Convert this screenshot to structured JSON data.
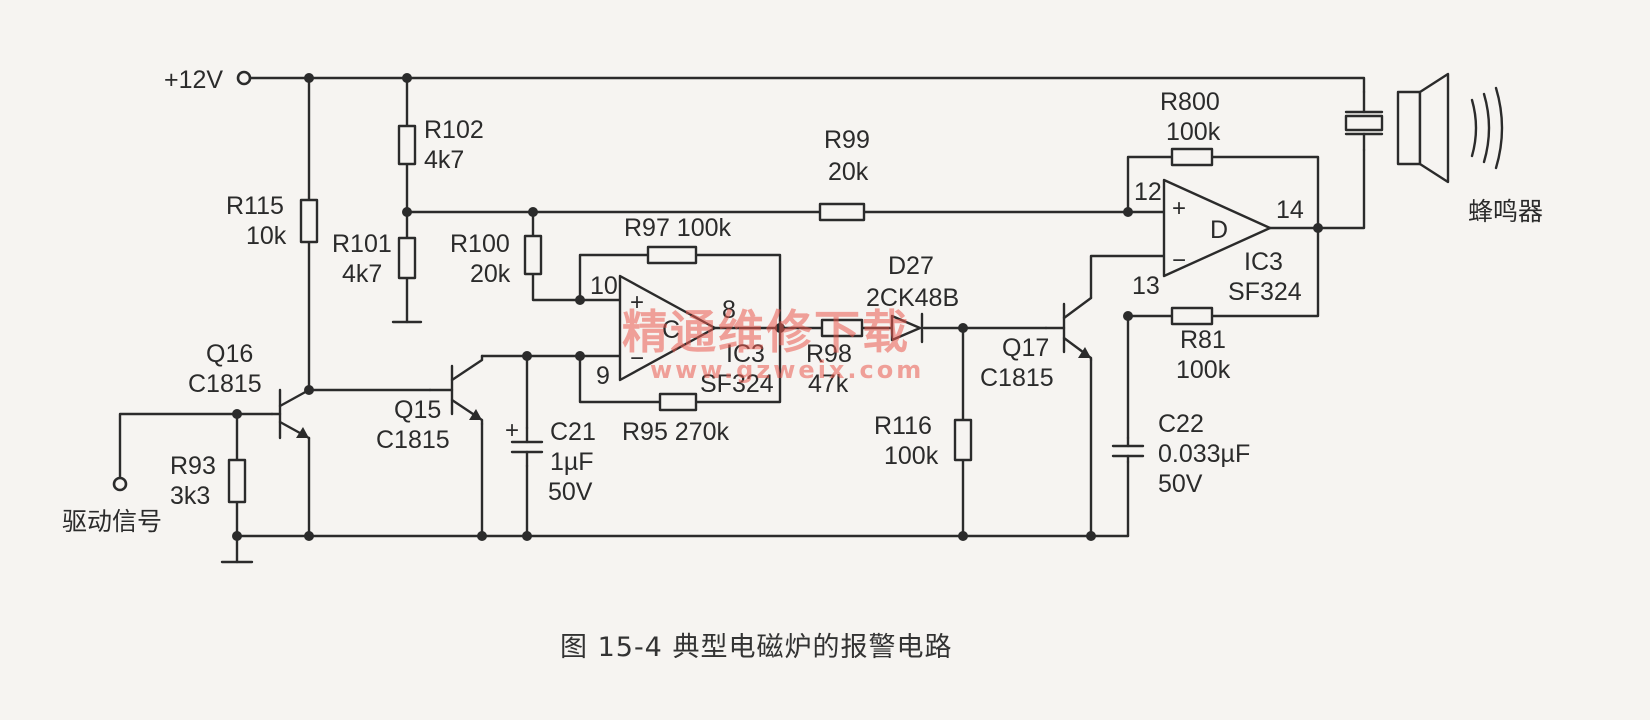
{
  "supply": {
    "label": "+12V"
  },
  "input": {
    "label": "驱动信号"
  },
  "buzzer": {
    "label": "蜂鸣器"
  },
  "components": {
    "r102": {
      "ref": "R102",
      "value": "4k7"
    },
    "r101": {
      "ref": "R101",
      "value": "4k7"
    },
    "r115": {
      "ref": "R115",
      "value": "10k"
    },
    "r100": {
      "ref": "R100",
      "value": "20k"
    },
    "r99": {
      "ref": "R99",
      "value": "20k"
    },
    "r97": {
      "ref": "R97 100k"
    },
    "r95": {
      "ref": "R95 270k"
    },
    "r98": {
      "ref": "R98",
      "value": "47k"
    },
    "r93": {
      "ref": "R93",
      "value": "3k3"
    },
    "r116": {
      "ref": "R116",
      "value": "100k"
    },
    "r800": {
      "ref": "R800",
      "value": "100k"
    },
    "r81": {
      "ref": "R81",
      "value": "100k"
    },
    "c21": {
      "ref": "C21",
      "value": "1µF",
      "rating": "50V"
    },
    "c22": {
      "ref": "C22",
      "value": "0.033µF",
      "rating": "50V"
    },
    "d27": {
      "ref": "D27",
      "value": "2CK48B"
    },
    "q16": {
      "ref": "Q16",
      "value": "C1815"
    },
    "q15": {
      "ref": "Q15",
      "value": "C1815"
    },
    "q17": {
      "ref": "Q17",
      "value": "C1815"
    },
    "ic3c": {
      "unit": "C",
      "ref": "IC3",
      "value": "SF324",
      "pin_plus": "10",
      "pin_minus": "9",
      "pin_out": "8"
    },
    "ic3d": {
      "unit": "D",
      "ref": "IC3",
      "value": "SF324",
      "pin_plus": "12",
      "pin_minus": "13",
      "pin_out": "14"
    }
  },
  "opamp_signs": {
    "plus": "+",
    "minus": "−"
  },
  "cap_polarity": "+",
  "watermark": {
    "text": "精通维修下载",
    "url": "www.gzweix.com"
  },
  "caption": "图 15-4    典型电磁炉的报警电路"
}
